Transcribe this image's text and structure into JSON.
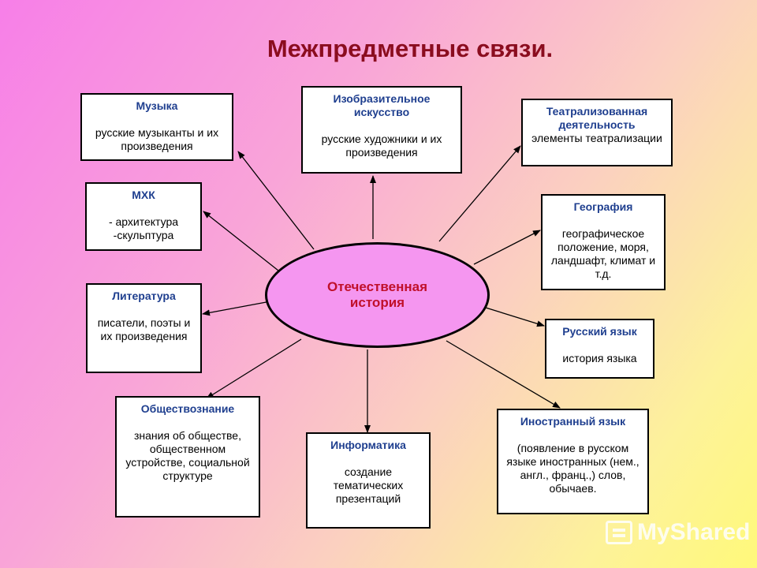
{
  "title": "Межпредметные связи.",
  "center": {
    "line1": "Отечественная",
    "line2": "история"
  },
  "boxes": {
    "music": {
      "head": "Музыка",
      "body": "русские музыканты  и их  произведения"
    },
    "art": {
      "head": "Изобразительное искусство",
      "body": "русские художники  и их произведения"
    },
    "theatre": {
      "head": "Театрализованная деятельность",
      "body": "элементы театрализации"
    },
    "mhk": {
      "head": "МХК",
      "body": "- архитектура -скульптура"
    },
    "geography": {
      "head": "География",
      "body": "географическое положение, моря, ландшафт, климат и т.д."
    },
    "literature": {
      "head": "Литература",
      "body": "писатели, поэты и их произведения"
    },
    "russian": {
      "head": "Русский язык",
      "body": "история языка"
    },
    "social": {
      "head": "Обществознание",
      "body": "знания об обществе, общественном устройстве, социальной структуре"
    },
    "informatics": {
      "head": "Информатика",
      "body": "создание тематических презентаций"
    },
    "foreign": {
      "head": "Иностранный язык",
      "body": "(появление в русском языке иностранных (нем., англ.,  франц.,) слов, обычаев."
    }
  },
  "watermark": {
    "text": "MyShared",
    "icon": "myshared-logo-icon"
  }
}
